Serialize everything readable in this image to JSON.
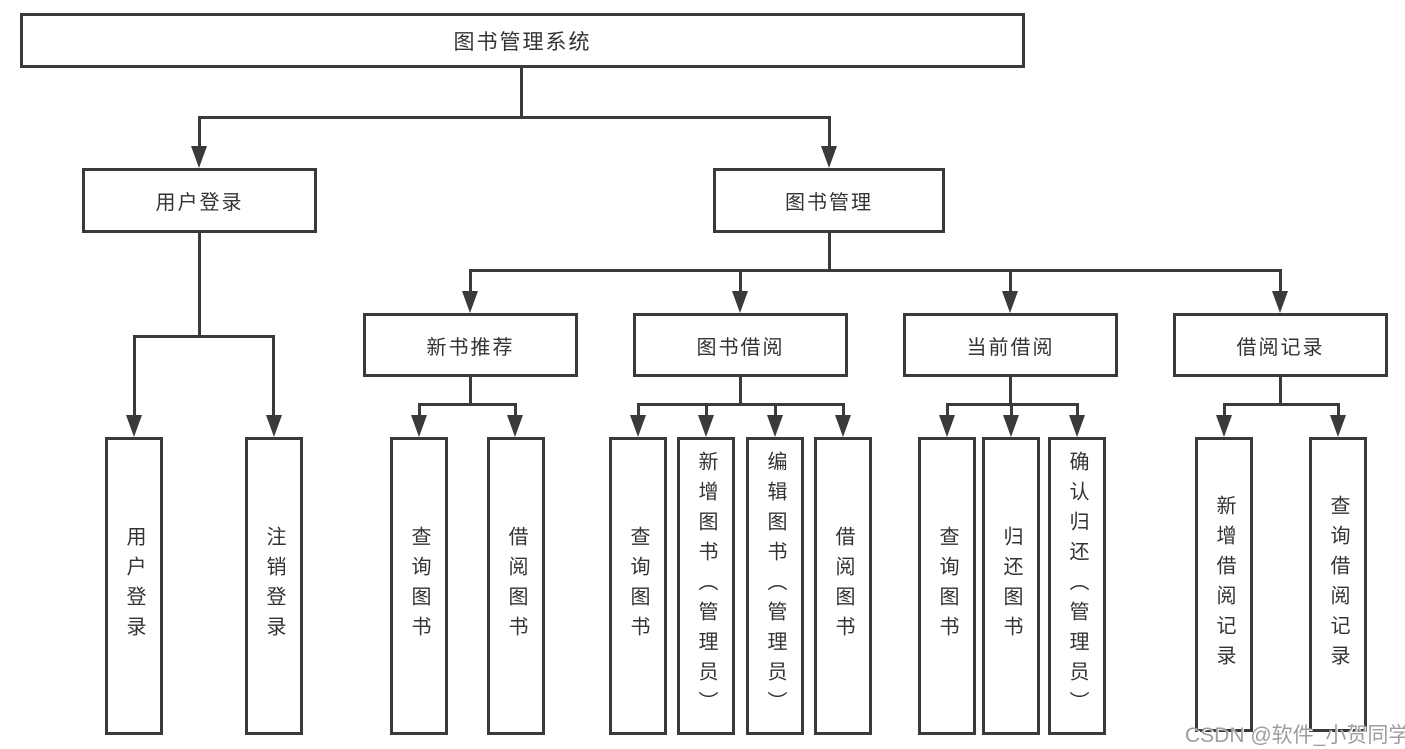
{
  "diagram": {
    "type": "tree-structure-chart",
    "root": {
      "label": "图书管理系统"
    },
    "branches": [
      {
        "label": "用户登录",
        "children": [
          {
            "label": "用户登录"
          },
          {
            "label": "注销登录"
          }
        ]
      },
      {
        "label": "图书管理",
        "children": [
          {
            "label": "新书推荐",
            "children": [
              {
                "label": "查询图书"
              },
              {
                "label": "借阅图书"
              }
            ]
          },
          {
            "label": "图书借阅",
            "children": [
              {
                "label": "查询图书"
              },
              {
                "label": "新增图书（管理员）"
              },
              {
                "label": "编辑图书（管理员）"
              },
              {
                "label": "借阅图书"
              }
            ]
          },
          {
            "label": "当前借阅",
            "children": [
              {
                "label": "查询图书"
              },
              {
                "label": "归还图书"
              },
              {
                "label": "确认归还（管理员）"
              }
            ]
          },
          {
            "label": "借阅记录",
            "children": [
              {
                "label": "新增借阅记录"
              },
              {
                "label": "查询借阅记录"
              }
            ]
          }
        ]
      }
    ],
    "watermark": "CSDN @软件_小贺同学",
    "colors": {
      "line": "#3a3a3a",
      "box_border": "#3a3a3a",
      "box_fill": "#ffffff",
      "text": "#333333",
      "watermark": "#9e9e9e",
      "background": "#ffffff"
    }
  }
}
